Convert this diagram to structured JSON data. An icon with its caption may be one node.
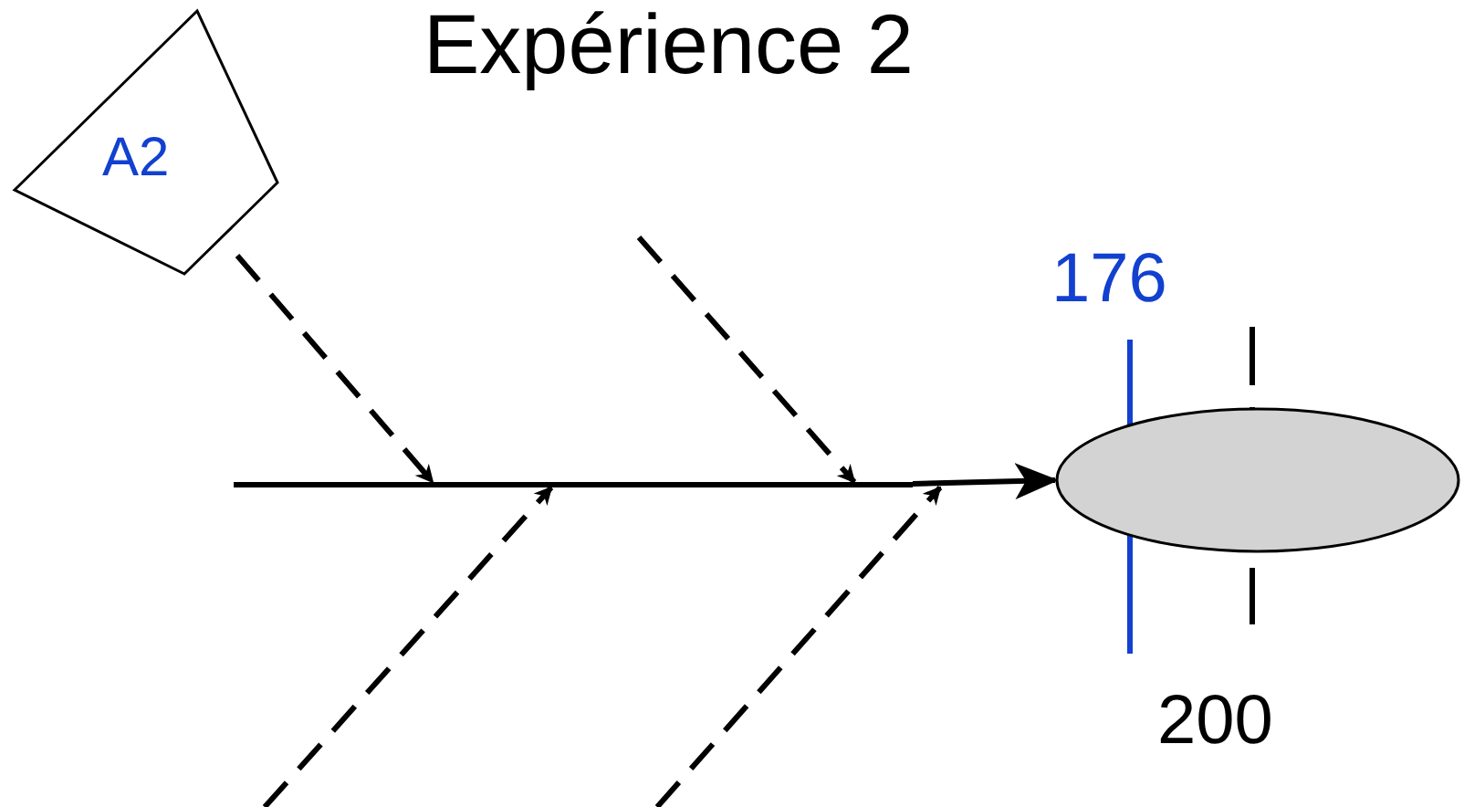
{
  "diagram": {
    "title": "Expérience 2",
    "nodes": [
      {
        "text": [
          "A2"
        ]
      },
      {
        "text": [],
        "shape": "line"
      },
      {
        "text": [],
        "shape": "ellipse"
      }
    ],
    "edges": [
      {
        "from": 0,
        "to": 1,
        "arrow": "to",
        "style": "dashed"
      },
      {
        "from": null,
        "to": 1,
        "arrow": "to",
        "style": "dashed"
      },
      {
        "from": null,
        "to": 1,
        "arrow": "to",
        "style": "dashed"
      },
      {
        "from": null,
        "to": 1,
        "arrow": "to",
        "style": "dashed"
      },
      {
        "from": 1,
        "to": 2,
        "arrow": "to"
      }
    ],
    "labels": [
      "176",
      "200"
    ]
  }
}
